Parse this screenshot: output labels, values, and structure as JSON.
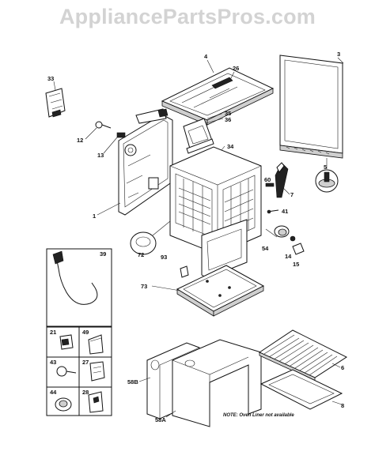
{
  "watermark": "AppliancePartsPros.com",
  "note": "NOTE: Oven Liner not available",
  "callouts": {
    "c1": "1",
    "c3": "3",
    "c4": "4",
    "c5": "5",
    "c6": "6",
    "c7": "7",
    "c8": "8",
    "c12": "12",
    "c13": "13",
    "c14": "14",
    "c15": "15",
    "c21": "21",
    "c26": "26",
    "c27": "27",
    "c28": "28",
    "c33": "33",
    "c34": "34",
    "c35": "35",
    "c36": "36",
    "c39": "39",
    "c41": "41",
    "c43": "43",
    "c44": "44",
    "c49": "49",
    "c54": "54",
    "c58a": "58A",
    "c58b": "58B",
    "c60": "60",
    "c72": "72",
    "c73": "73",
    "c93": "93"
  }
}
